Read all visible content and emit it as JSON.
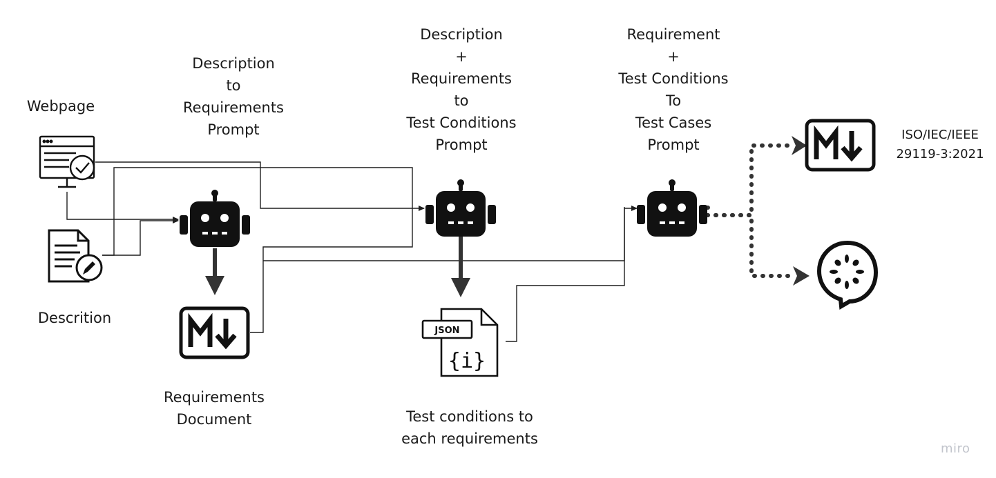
{
  "labels": {
    "webpage": "Webpage",
    "description_input": "Descrition",
    "prompt1": [
      "Description",
      "to",
      "Requirements",
      "Prompt"
    ],
    "requirements_doc": [
      "Requirements",
      "Document"
    ],
    "prompt2": [
      "Description",
      "+",
      "Requirements",
      "to",
      "Test Conditions",
      "Prompt"
    ],
    "test_conditions": [
      "Test conditions to",
      "each requirements"
    ],
    "prompt3": [
      "Requirement",
      "+",
      "Test Conditions",
      "To",
      "Test Cases",
      "Prompt"
    ],
    "standard": [
      "ISO/IEC/IEEE",
      "29119-3:2021"
    ],
    "json_tag": "JSON",
    "json_glyph": "{i}",
    "watermark": "miro"
  },
  "colors": {
    "ink": "#111111",
    "arrow": "#333333",
    "connector": "#1f1f1f",
    "watermark": "#c2c5cc"
  },
  "icons": [
    "webpage-icon",
    "document-edit-icon",
    "robot-icon",
    "markdown-icon",
    "json-file-icon",
    "cucumber-icon"
  ]
}
